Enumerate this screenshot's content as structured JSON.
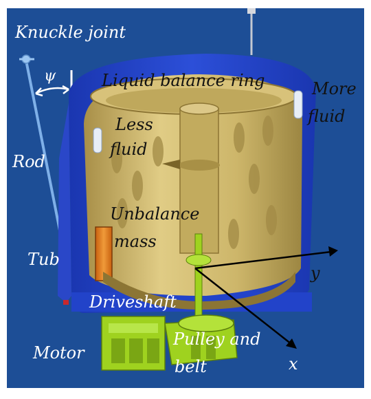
{
  "labels": {
    "knuckle_joint": "Knuckle joint",
    "psi": "ψ",
    "liquid_balance_ring": "Liquid balance ring",
    "more_fluid_1": "More",
    "more_fluid_2": "fluid",
    "less_fluid_1": "Less",
    "less_fluid_2": "fluid",
    "rod": "Rod",
    "unbalance_1": "Unbalance",
    "unbalance_2": "mass",
    "tub": "Tub",
    "y_axis": "y",
    "driveshaft": "Driveshaft",
    "motor": "Motor",
    "pulley_1": "Pulley and",
    "pulley_2": "belt",
    "x_axis": "x"
  },
  "colors": {
    "background": "#1d4e96",
    "tub": "#2243c9",
    "drum": "#cdb66a",
    "drum_shadow": "#9c8642",
    "shaft": "#9fd21f",
    "mass": "#e07a1a",
    "rod": "#7fb0e8"
  }
}
